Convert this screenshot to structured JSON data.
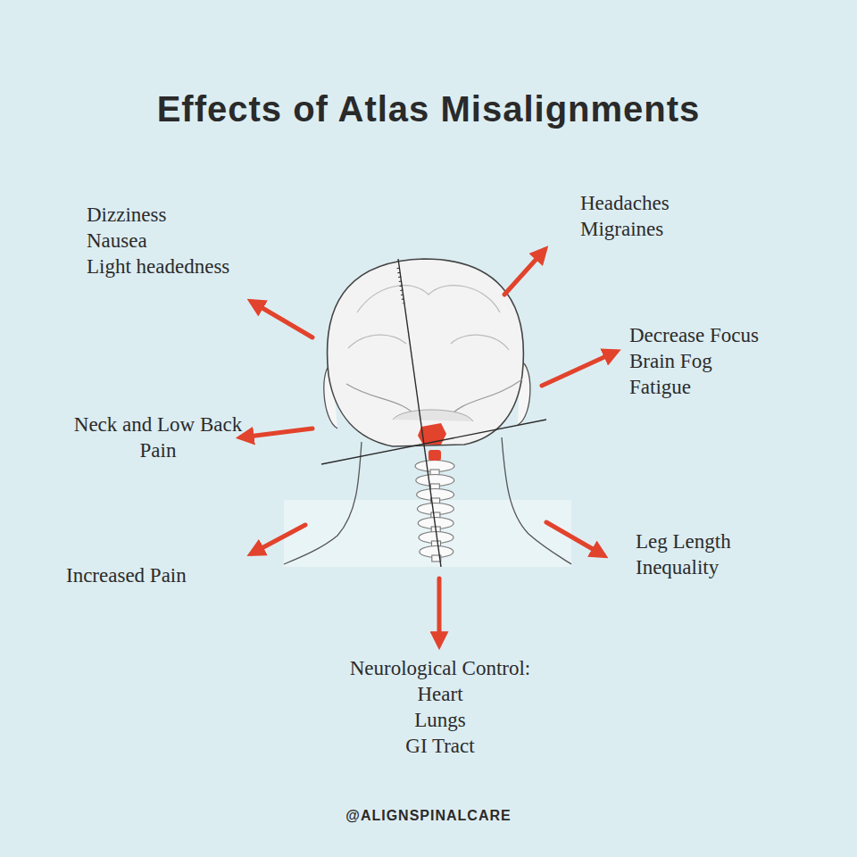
{
  "diagram": {
    "title": "Effects of Atlas Misalignments",
    "labels": [
      "Dizziness",
      "Nausea",
      "Light headedness",
      "Headaches",
      "Migraines",
      "Decrease Focus",
      "Brain Fog",
      "Fatigue",
      "Neck and Low Back Pain",
      "Increased Pain",
      "Leg Length Inequality",
      "Neurological Control:",
      "Heart",
      "Lungs",
      "GI Tract",
      "@ALIGNSPINALCARE"
    ]
  }
}
